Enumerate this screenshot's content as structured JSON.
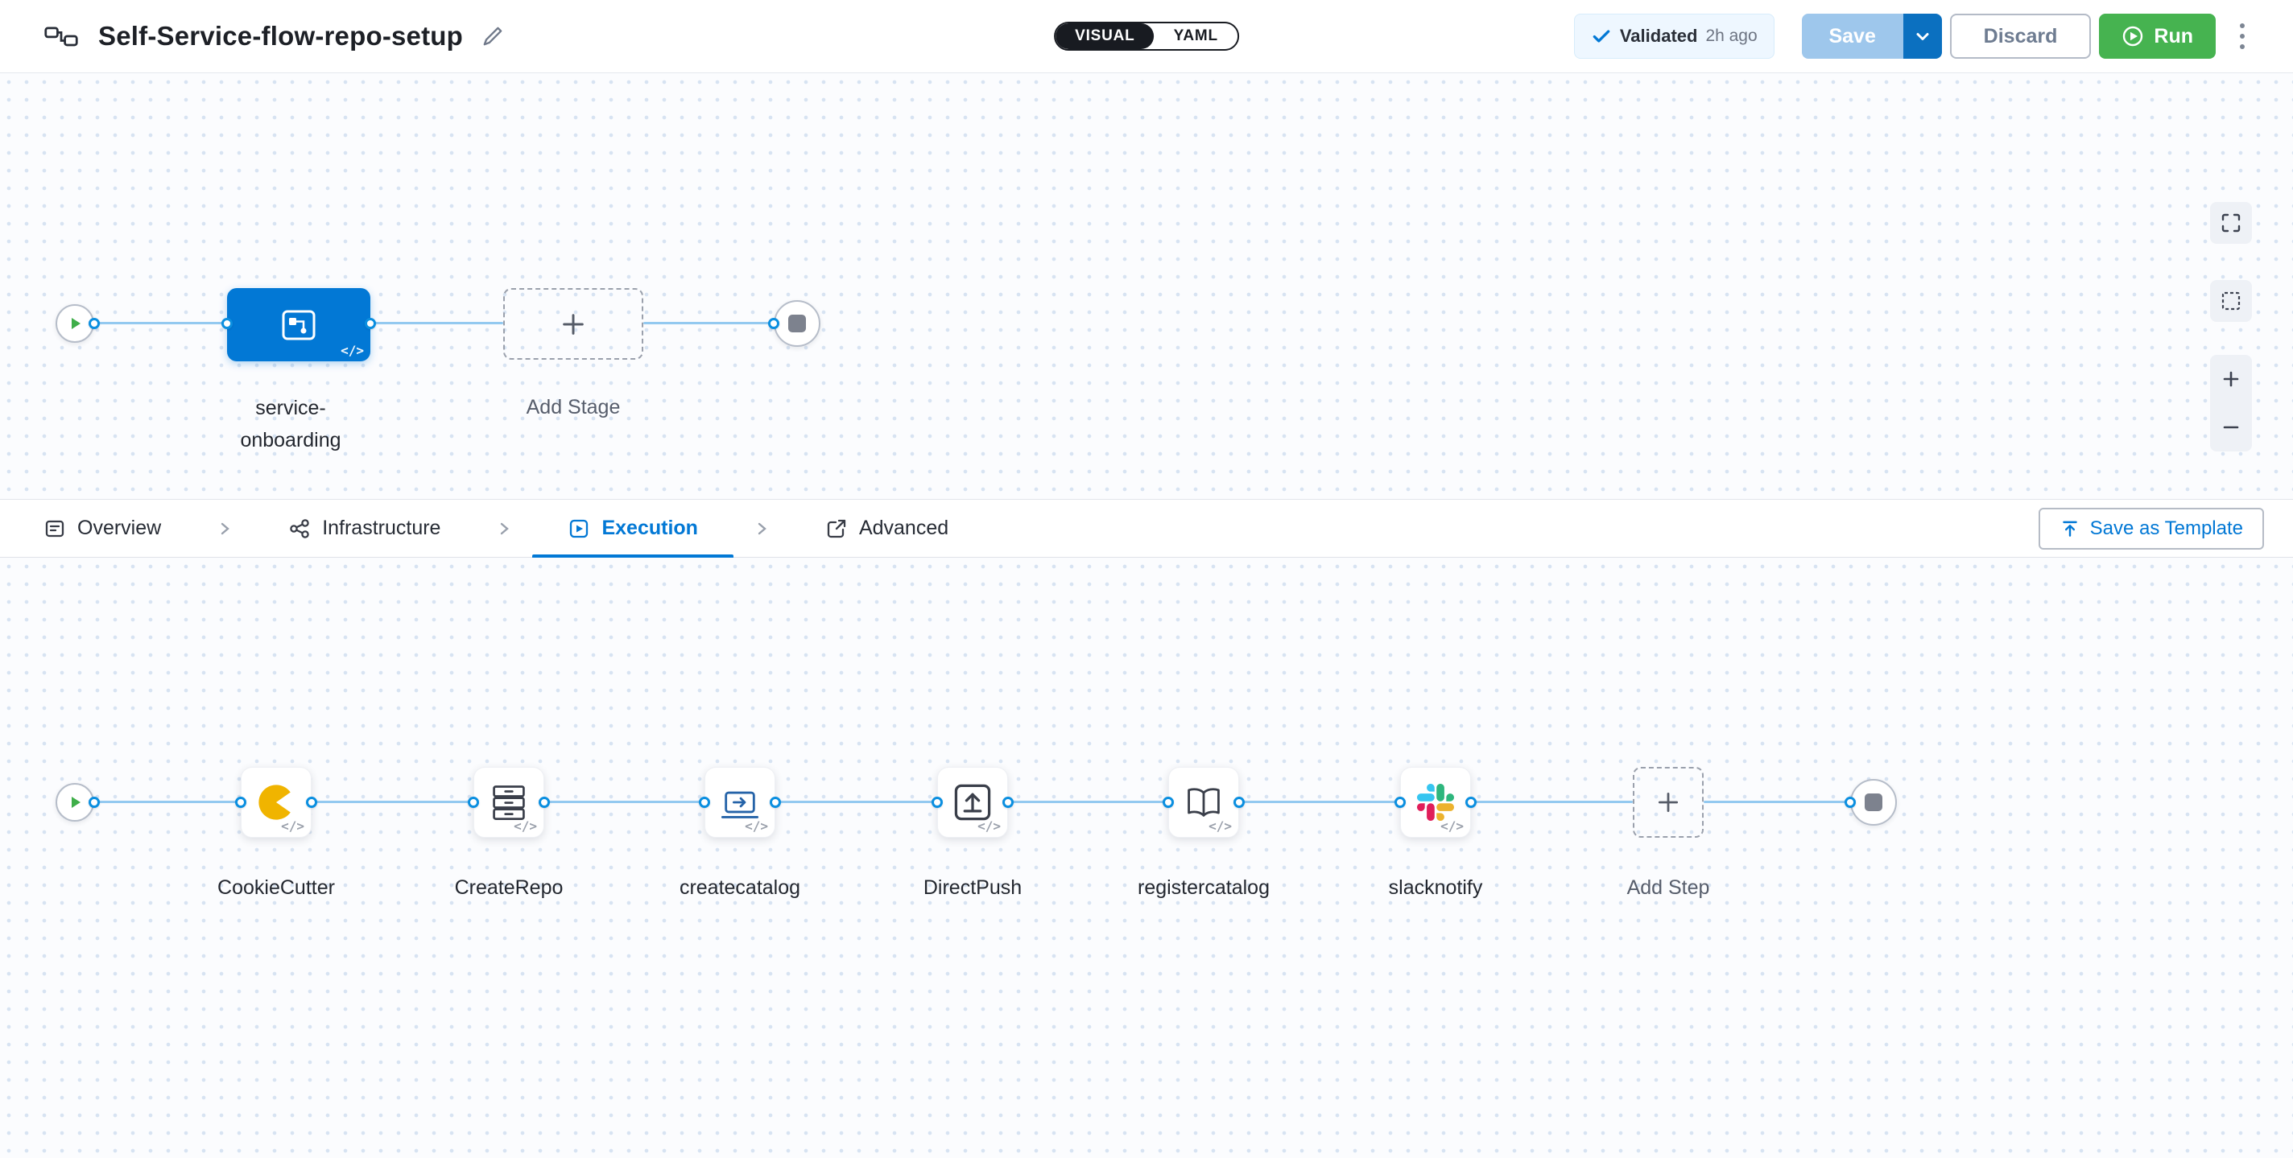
{
  "colors": {
    "accent_blue": "#0278d5",
    "run_green": "#46b350",
    "toggle_dark": "#181b21",
    "connector_blue": "#0b8fe0",
    "edge_light_blue": "#93c9f0",
    "pacman_gold": "#f0b400",
    "slack_palette": [
      "#36C5F0",
      "#2EB67D",
      "#ECB22E",
      "#E01E5A"
    ]
  },
  "header": {
    "title": "Self-Service-flow-repo-setup",
    "pipeline_icon": "pipeline-flow-icon",
    "edit_icon": "pencil-icon",
    "mode_toggle": {
      "visual": "VISUAL",
      "yaml": "YAML",
      "selected": "VISUAL"
    },
    "validated": {
      "icon": "check-icon",
      "label": "Validated",
      "time": "2h ago"
    },
    "save_label": "Save",
    "discard_label": "Discard",
    "run_label": "Run",
    "more_icon": "kebab-menu-icon"
  },
  "stage_canvas": {
    "start_icon": "play-icon",
    "end_icon": "stop-icon",
    "stage": {
      "icon": "stage-icon",
      "name_lines": [
        "service-",
        "onboarding"
      ],
      "code_badge": "</>"
    },
    "add_stage": {
      "label": "Add Stage",
      "icon": "plus-icon"
    },
    "controls": {
      "expand": "fullscreen-icon",
      "select": "marquee-select-icon",
      "zoom_in": "plus-icon",
      "zoom_out": "minus-icon"
    }
  },
  "tabs": {
    "items": [
      {
        "label": "Overview",
        "icon": "overview-icon",
        "active": false
      },
      {
        "label": "Infrastructure",
        "icon": "infrastructure-icon",
        "active": false
      },
      {
        "label": "Execution",
        "icon": "execution-icon",
        "active": true
      },
      {
        "label": "Advanced",
        "icon": "advanced-icon",
        "active": false
      }
    ],
    "save_as_template": {
      "label": "Save as Template",
      "icon": "template-upload-icon"
    }
  },
  "execution_canvas": {
    "start_icon": "play-icon",
    "end_icon": "stop-icon",
    "steps": [
      {
        "label": "CookieCutter",
        "icon": "cookiecutter-pacman-icon",
        "code_badge": "</>"
      },
      {
        "label": "CreateRepo",
        "icon": "repo-drawers-icon",
        "code_badge": "</>"
      },
      {
        "label": "createcatalog",
        "icon": "catalog-create-icon",
        "code_badge": "</>"
      },
      {
        "label": "DirectPush",
        "icon": "direct-push-icon",
        "code_badge": "</>"
      },
      {
        "label": "registercatalog",
        "icon": "open-book-icon",
        "code_badge": "</>"
      },
      {
        "label": "slacknotify",
        "icon": "slack-icon",
        "code_badge": "</>"
      }
    ],
    "add_step": {
      "label": "Add Step",
      "icon": "plus-icon"
    }
  }
}
